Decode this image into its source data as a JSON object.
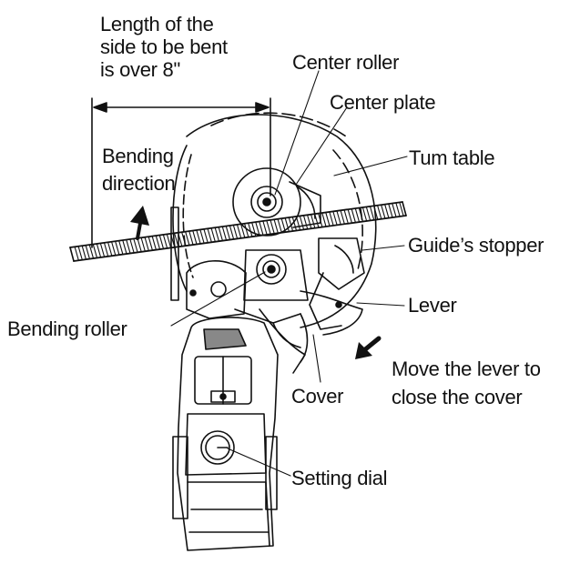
{
  "labels": {
    "length_line1": "Length of the",
    "length_line2": "side to be bent",
    "length_line3": "is over 8\"",
    "center_roller": "Center roller",
    "center_plate": "Center plate",
    "turn_table": "Tum table",
    "bending_direction_line1": "Bending",
    "bending_direction_line2": "direction",
    "guides_stopper": "Guide’s stopper",
    "lever": "Lever",
    "bending_roller": "Bending roller",
    "move_lever_line1": "Move the lever to",
    "move_lever_line2": "close the cover",
    "cover": "Cover",
    "setting_dial": "Setting dial"
  },
  "colors": {
    "ink": "#111111",
    "background": "#ffffff",
    "shade": "#b8b8b8"
  }
}
